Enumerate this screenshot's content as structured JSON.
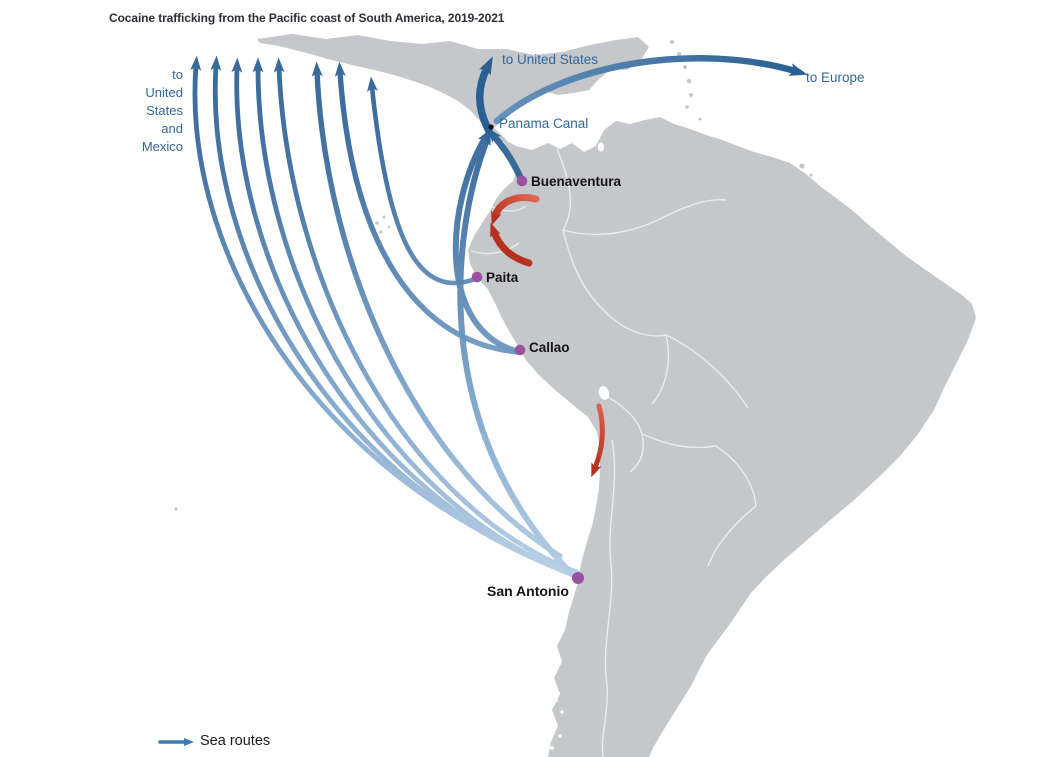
{
  "title": "Cocaine trafficking from the Pacific coast of South America, 2019-2021",
  "labels": {
    "dest_left_lines": [
      "to",
      "United",
      "States",
      "and",
      "Mexico"
    ],
    "to_united_states": "to United States",
    "to_europe": "to Europe",
    "panama_canal": "Panama Canal"
  },
  "ports": [
    {
      "name": "Buenaventura"
    },
    {
      "name": "Paita"
    },
    {
      "name": "Callao"
    },
    {
      "name": "San Antonio"
    }
  ],
  "legend": {
    "sea_routes_label": "Sea routes"
  },
  "colors": {
    "land": "#c5c7ca",
    "country_border": "#ebedee",
    "sea_route_dark": "#2a5f93",
    "sea_route_light": "#c3d8ec",
    "red_flow": "#b5301f",
    "port_dot": "#9b51a0",
    "blue_label_text": "#33689a",
    "dark_label_text": "#141417"
  }
}
